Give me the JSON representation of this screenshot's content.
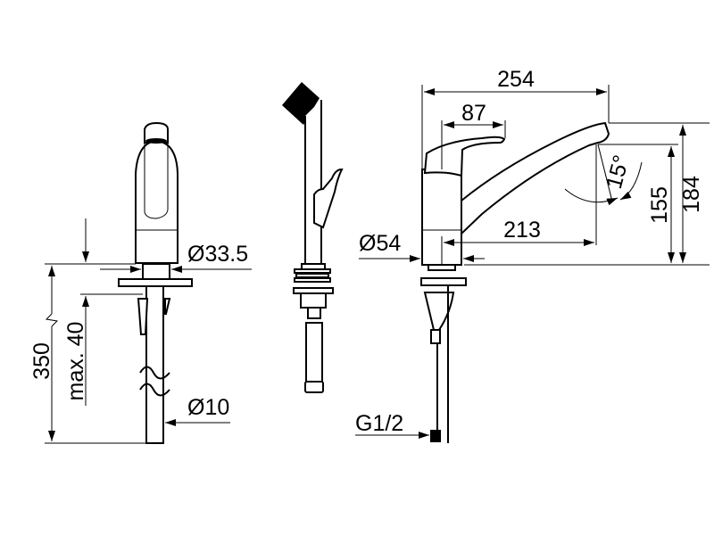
{
  "drawing": {
    "front_view": {
      "diameter_body": "Ø33.5",
      "diameter_tube": "Ø10",
      "length_hose": "350",
      "max_deck_thickness": "max. 40"
    },
    "side_view": {
      "overall_reach": "254",
      "lever_reach": "87",
      "spout_reach": "213",
      "base_diameter": "Ø54",
      "swivel_angle": "15°",
      "outlet_height": "155",
      "overall_height": "184",
      "connection_thread": "G1/2"
    }
  }
}
